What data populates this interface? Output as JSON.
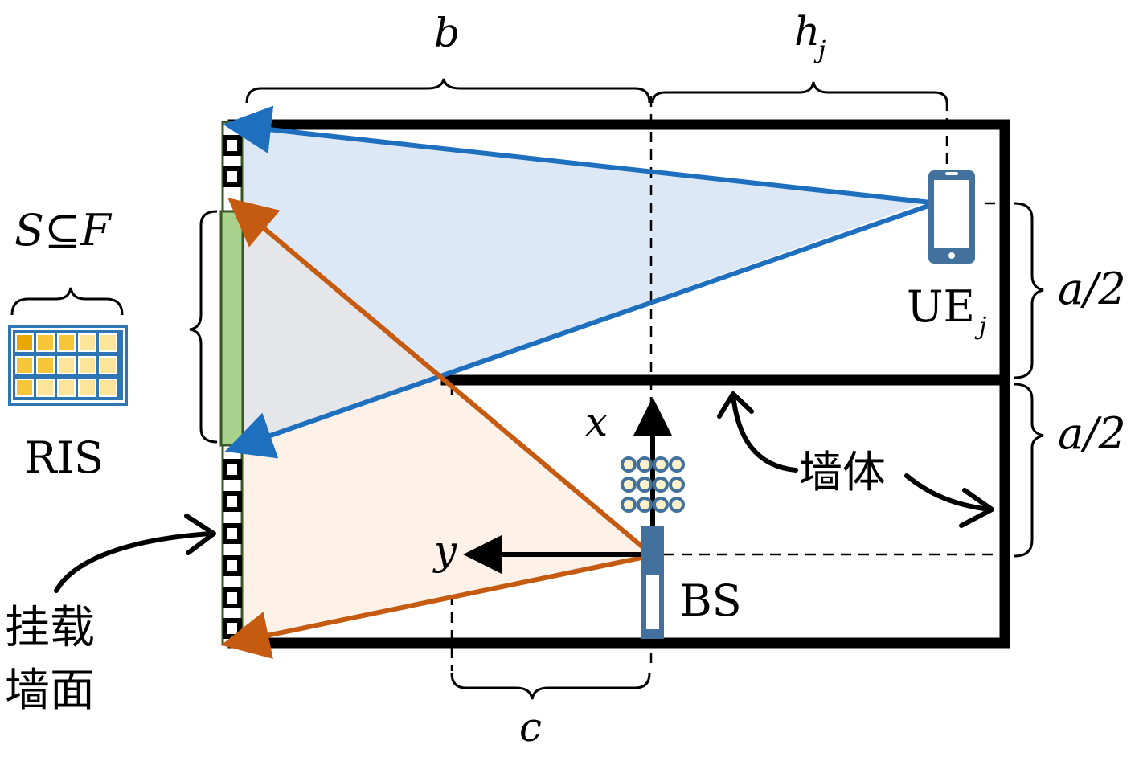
{
  "labels": {
    "b": "b",
    "h": "h",
    "h_sub": "j",
    "subset": "S⊆F",
    "ris": "RIS",
    "ue": "UE",
    "ue_sub": "j",
    "a_half_top": "a/2",
    "a_half_bottom": "a/2",
    "x_axis": "x",
    "y_axis": "y",
    "bs": "BS",
    "wall": "墙体",
    "mount_wall_line1": "挂载",
    "mount_wall_line2": "墙面",
    "c": "c"
  },
  "colors": {
    "wall": "#000000",
    "blue_beam": "#1f6fbf",
    "blue_fill": "#dce8f5",
    "orange_beam": "#c55a11",
    "orange_fill": "#fdf1e8",
    "gray_fill": "#e4e6ea",
    "ris_active": "#a9d18e",
    "ris_active_border": "#385723",
    "device": "#41719c",
    "ris_icon_frame": "#2e75b6",
    "ris_cell_dark": "#e8a800",
    "ris_cell_mid": "#f7c638",
    "ris_cell_light": "#fce49a",
    "antenna_fill": "#fff2cc"
  },
  "icons": {
    "phone": "smartphone-icon",
    "base_station": "base-station-icon",
    "ris_panel": "ris-panel-icon"
  }
}
